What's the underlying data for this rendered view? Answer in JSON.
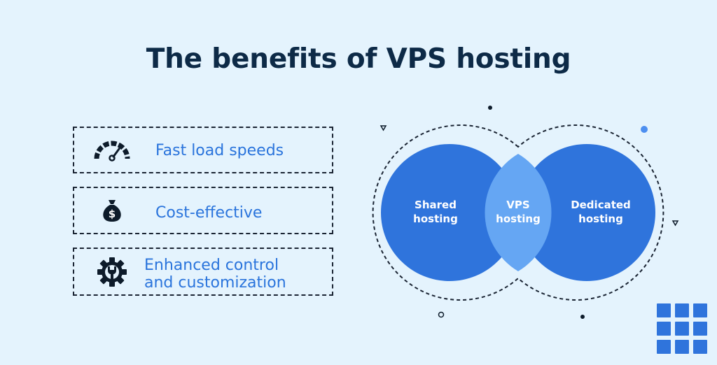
{
  "title": "The benefits of VPS hosting",
  "benefits": [
    {
      "icon": "speedometer-icon",
      "label": "Fast load speeds"
    },
    {
      "icon": "money-bag-icon",
      "label": "Cost-effective"
    },
    {
      "icon": "gear-wrench-icon",
      "label_line1": "Enhanced control",
      "label_line2": "and customization"
    }
  ],
  "venn": {
    "left": {
      "line1": "Shared",
      "line2": "hosting"
    },
    "middle": {
      "line1": "VPS",
      "line2": "hosting"
    },
    "right": {
      "line1": "Dedicated",
      "line2": "hosting"
    }
  },
  "colors": {
    "background": "#e4f3fd",
    "title": "#0d2a47",
    "accent": "#2a74dc",
    "circle": "#2f74dc",
    "overlap": "#65a6f3"
  }
}
